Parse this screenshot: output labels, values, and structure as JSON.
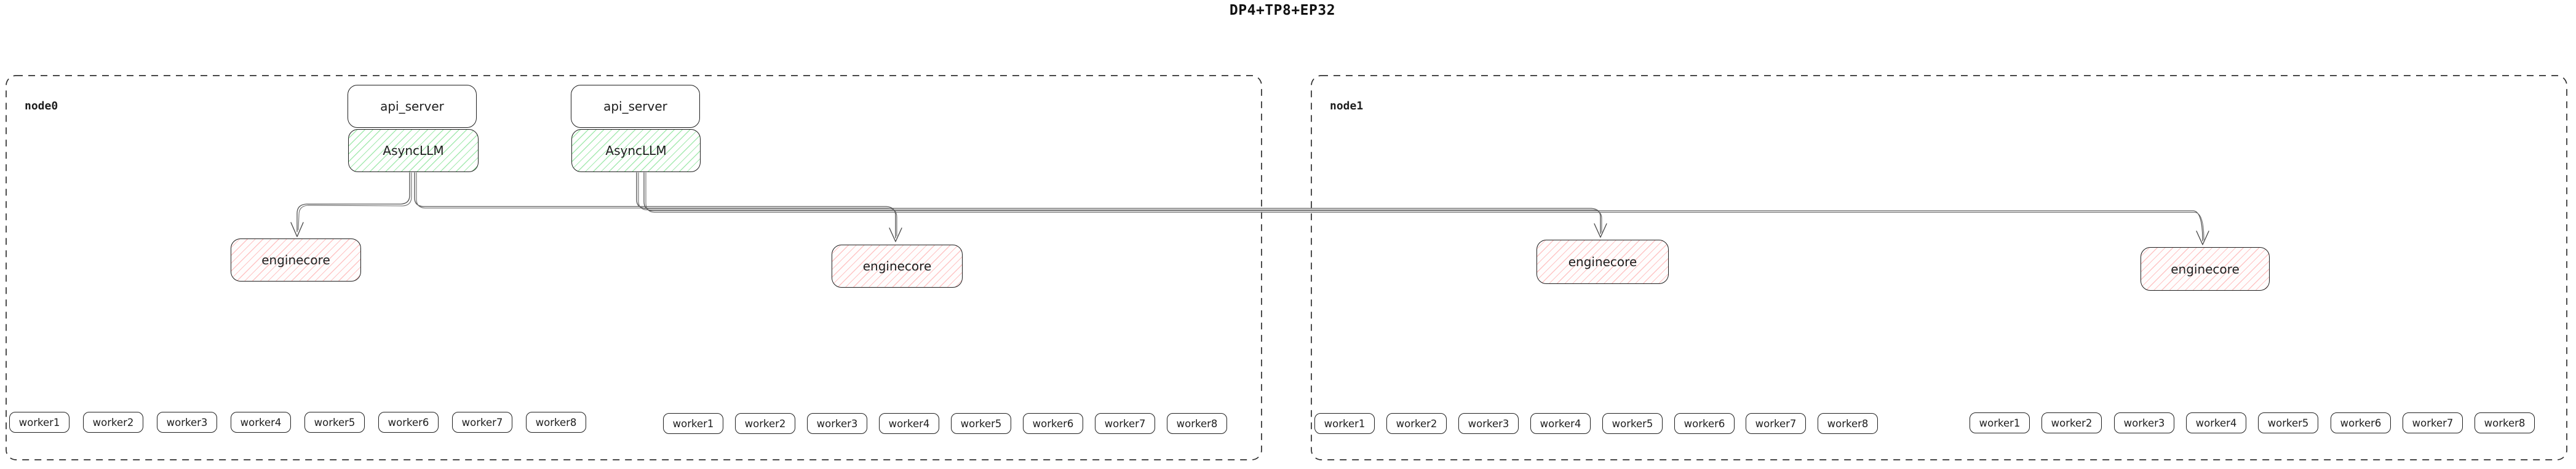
{
  "title": "DP4+TP8+EP32",
  "nodes": [
    {
      "label": "node0"
    },
    {
      "label": "node1"
    }
  ],
  "api_servers": [
    {
      "label": "api_server"
    },
    {
      "label": "api_server"
    }
  ],
  "asyncllms": [
    {
      "label": "AsyncLLM"
    },
    {
      "label": "AsyncLLM"
    }
  ],
  "enginecores": [
    {
      "label": "enginecore"
    },
    {
      "label": "enginecore"
    },
    {
      "label": "enginecore"
    },
    {
      "label": "enginecore"
    }
  ],
  "worker_groups": [
    {
      "workers": [
        "worker1",
        "worker2",
        "worker3",
        "worker4",
        "worker5",
        "worker6",
        "worker7",
        "worker8"
      ]
    },
    {
      "workers": [
        "worker1",
        "worker2",
        "worker3",
        "worker4",
        "worker5",
        "worker6",
        "worker7",
        "worker8"
      ]
    },
    {
      "workers": [
        "worker1",
        "worker2",
        "worker3",
        "worker4",
        "worker5",
        "worker6",
        "worker7",
        "worker8"
      ]
    },
    {
      "workers": [
        "worker1",
        "worker2",
        "worker3",
        "worker4",
        "worker5",
        "worker6",
        "worker7",
        "worker8"
      ]
    }
  ],
  "colors": {
    "green_hatch": "#69db7c",
    "red_hatch": "#ff8787",
    "box_stroke": "#1e1e1e",
    "edge_stroke": "#575757",
    "node_border": "#2e2e2e"
  }
}
